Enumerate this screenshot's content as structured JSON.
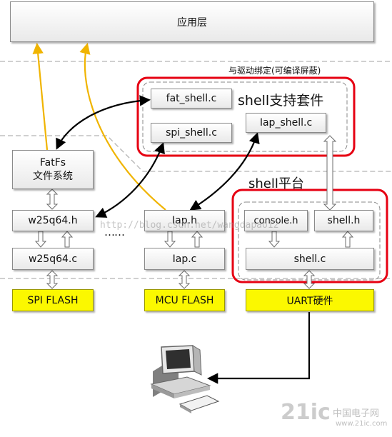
{
  "layers": {
    "app": "应用层",
    "binding_note": "与驱动绑定(可编译屏蔽)",
    "shell_kit": "shell支持套件",
    "shell_platform": "shell平台"
  },
  "kit": {
    "fat_shell": "fat_shell.c",
    "spi_shell": "spi_shell.c",
    "iap_shell": "Iap_shell.c"
  },
  "platform": {
    "console_h": "console.h",
    "shell_h": "shell.h",
    "shell_c": "shell.c"
  },
  "drivers": {
    "fatfs_line1": "FatFs",
    "fatfs_line2": "文件系统",
    "w25q64_h": "w25q64.h",
    "w25q64_c": "w25q64.c",
    "iap_h": "Iap.h",
    "iap_c": "Iap.c",
    "ellipsis": "……"
  },
  "hardware": {
    "spi_flash": "SPI FLASH",
    "mcu_flash": "MCU FLASH",
    "uart": "UART硬件"
  },
  "icons": {
    "computer": "desktop-computer-icon"
  },
  "colors": {
    "red_frame": "#e60012",
    "hardware_yellow": "#fbf800",
    "app_call_arrow": "#f0b400",
    "bind_arrow": "#000000"
  },
  "watermarks": {
    "url": "http://blog.csdn.net/wangdapao12",
    "logo": "21ic",
    "site": "中国电子网",
    "site_url": "www.21ic.com"
  }
}
